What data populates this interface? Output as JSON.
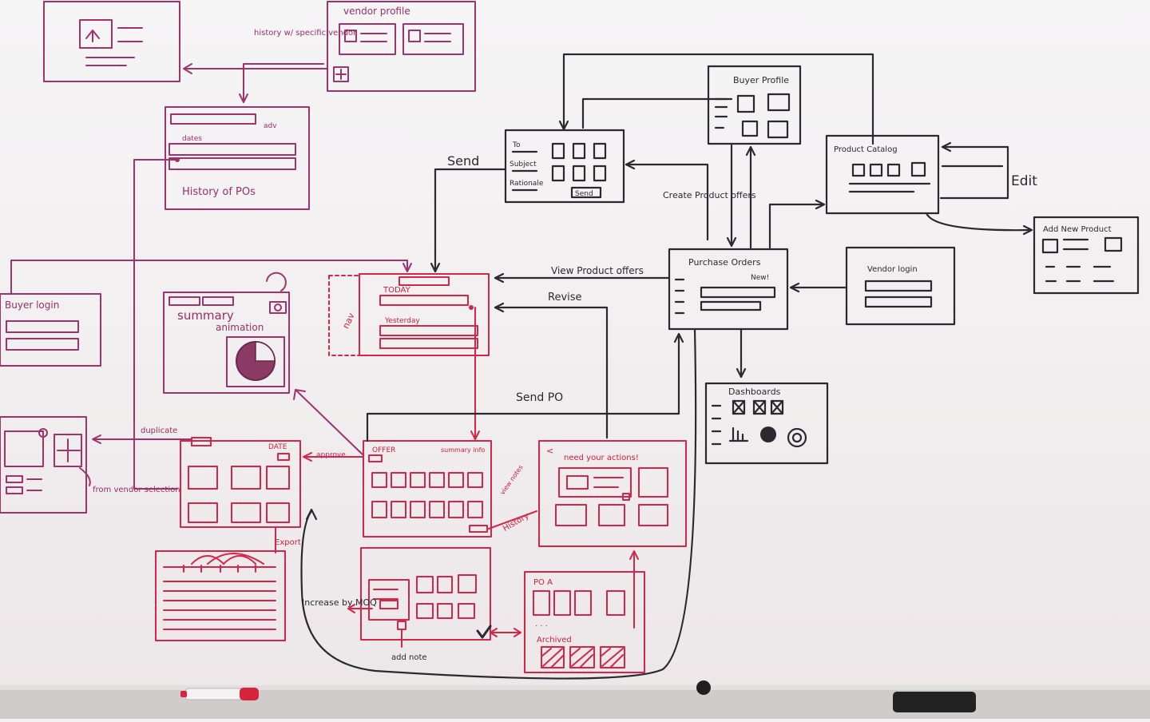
{
  "labels": {
    "vendor_profile": "vendor profile",
    "history_with_vendor": "history w/ specific vendor",
    "history_of_pos": "History of POs",
    "adv": "adv",
    "dates": "dates",
    "buyer_login": "Buyer login",
    "summary": "summary",
    "animation": "animation",
    "buyer_profile": "Buyer Profile",
    "to": "To",
    "subject": "Subject",
    "rationale": "Rationale",
    "send_btn": "Send",
    "send": "Send",
    "create_product_offers": "Create Product offers",
    "product_catalog": "Product Catalog",
    "edit": "Edit",
    "add_new_product": "Add New Product",
    "purchase_orders": "Purchase Orders",
    "new": "New!",
    "vendor_login": "Vendor login",
    "view_product_offers": "View Product offers",
    "revise": "Revise",
    "today": "TODAY",
    "yesterday": "Yesterday",
    "nav": "nav",
    "send_po": "Send PO",
    "dashboards": "Dashboards",
    "duplicate": "duplicate",
    "date": "DATE",
    "approve": "approve",
    "offer": "OFFER",
    "summary_info": "summary info",
    "view_notes": "view notes",
    "history": "History",
    "need_your_actions": "need your actions!",
    "from_vendor_selection": "from vendor selection",
    "export": "Export",
    "increase_by_moq": "Increase by MOQ",
    "add_note": "add note",
    "po_a": "PO A",
    "archived": "Archived"
  }
}
